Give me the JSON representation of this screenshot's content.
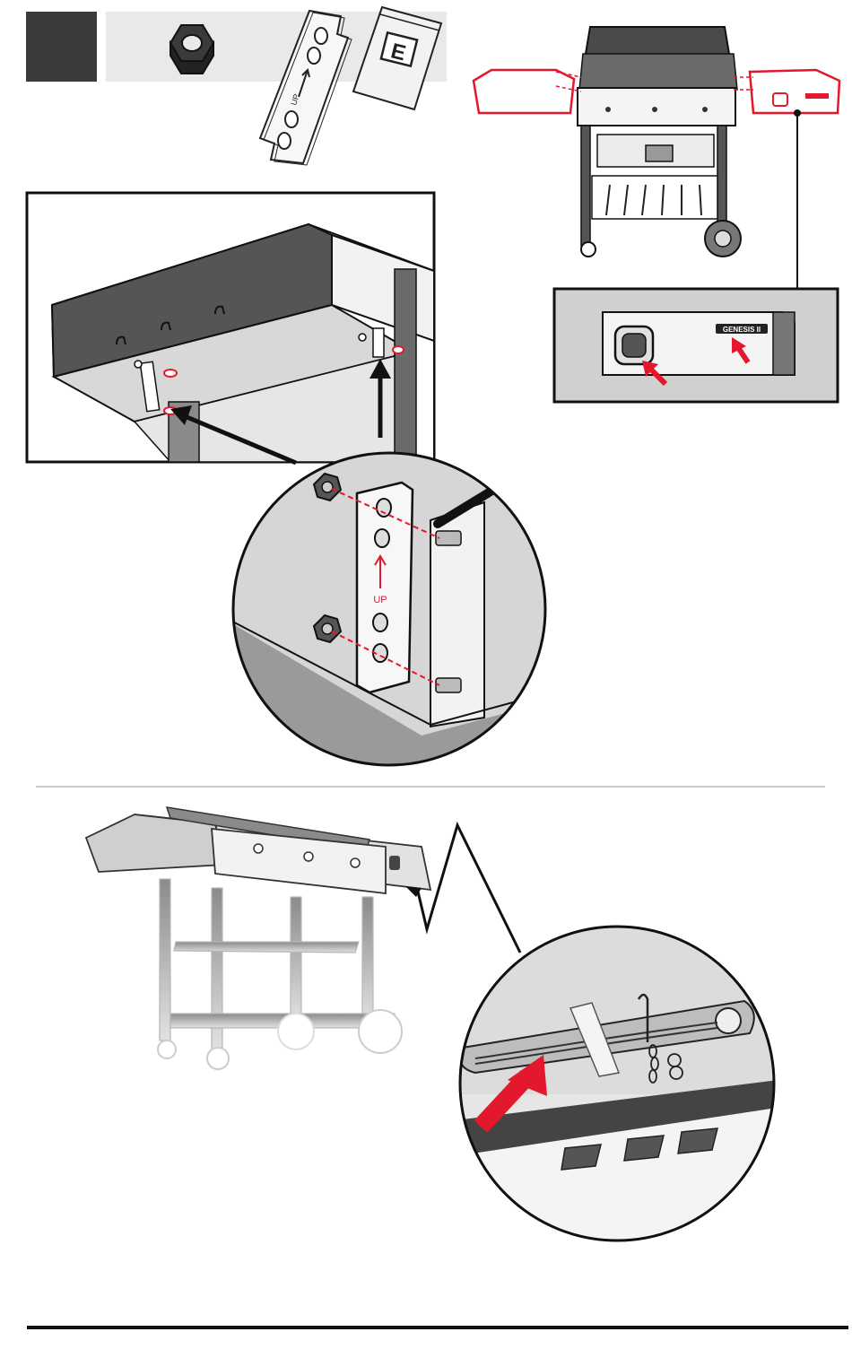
{
  "step": {
    "number": ""
  },
  "parts": {
    "bag_label": "E",
    "bracket_label": "UP"
  },
  "callout_top_right": {
    "brand_badge": "GENESIS II"
  },
  "detail_bracket": {
    "arrow_label": "UP"
  },
  "colors": {
    "accent_red": "#e3182d",
    "step_box": "#3b3b3b",
    "panel_gray": "#d0d0d0",
    "lid_dark": "#555555"
  },
  "icons": [
    "hex-nut-icon",
    "mounting-bracket-icon",
    "hardware-bag-icon",
    "red-arrow-icon",
    "black-arrow-icon"
  ]
}
